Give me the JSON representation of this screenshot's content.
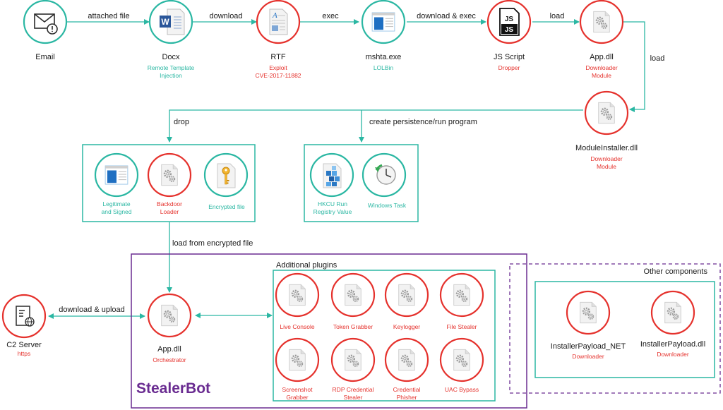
{
  "colors": {
    "teal": "#2bb7a3",
    "red": "#e5322d",
    "purple": "#6a2c91",
    "text": "#1a1a1a"
  },
  "nodes": {
    "email": {
      "label": "Email",
      "icon": "envelope-icon"
    },
    "docx": {
      "label": "Docx",
      "sub1": "Remote Template",
      "sub2": "Injection",
      "icon": "word-document-icon"
    },
    "rtf": {
      "label": "RTF",
      "sub1": "Exploit",
      "sub2": "CVE-2017-11882",
      "icon": "rtf-document-icon"
    },
    "mshta": {
      "label": "mshta.exe",
      "sub1": "LOLBin",
      "icon": "window-app-icon"
    },
    "js": {
      "label": "JS Script",
      "sub1": "Dropper",
      "icon": "js-file-icon"
    },
    "app_dll_downloader": {
      "label": "App.dll",
      "sub1": "Downloader",
      "sub2": "Module",
      "icon": "gear-file-icon"
    },
    "module_installer": {
      "label": "ModuleInstaller.dll",
      "sub1": "Downloader",
      "sub2": "Module",
      "icon": "gear-file-icon"
    },
    "legit": {
      "sub1": "Legitimate",
      "sub2": "and Signed",
      "icon": "window-app-icon"
    },
    "backdoor": {
      "sub1": "Backdoor",
      "sub2": "Loader",
      "icon": "gear-file-icon"
    },
    "encrypted": {
      "sub1": "Encrypted file",
      "icon": "key-icon"
    },
    "hkcu": {
      "sub1": "HKCU Run",
      "sub2": "Registry Value",
      "icon": "registry-icon"
    },
    "task": {
      "sub1": "Windows Task",
      "icon": "clock-icon"
    },
    "c2": {
      "label": "C2 Server",
      "sub1": "https",
      "icon": "server-icon"
    },
    "orchestrator": {
      "label": "App.dll",
      "sub1": "Orchestrator",
      "icon": "gear-file-icon"
    }
  },
  "edges": {
    "attached_file": "attached file",
    "download": "download",
    "exec": "exec",
    "download_exec": "download & exec",
    "load1": "load",
    "load2": "load",
    "drop": "drop",
    "persistence": "create persistence/run program",
    "load_encrypted": "load from encrypted file",
    "download_upload": "download & upload"
  },
  "plugins": {
    "title": "Additional plugins",
    "items": [
      {
        "l1": "Live Console"
      },
      {
        "l1": "Token Grabber"
      },
      {
        "l1": "Keylogger"
      },
      {
        "l1": "File Stealer"
      },
      {
        "l1": "Screenshot",
        "l2": "Grabber"
      },
      {
        "l1": "RDP Credential",
        "l2": "Stealer"
      },
      {
        "l1": "Credential",
        "l2": "Phisher"
      },
      {
        "l1": "UAC Bypass"
      }
    ]
  },
  "other": {
    "title": "Other components",
    "items": [
      {
        "label": "InstallerPayload_NET",
        "sub": "Downloader"
      },
      {
        "label": "InstallerPayload.dll",
        "sub": "Downloader"
      }
    ]
  },
  "brand": "StealerBot"
}
